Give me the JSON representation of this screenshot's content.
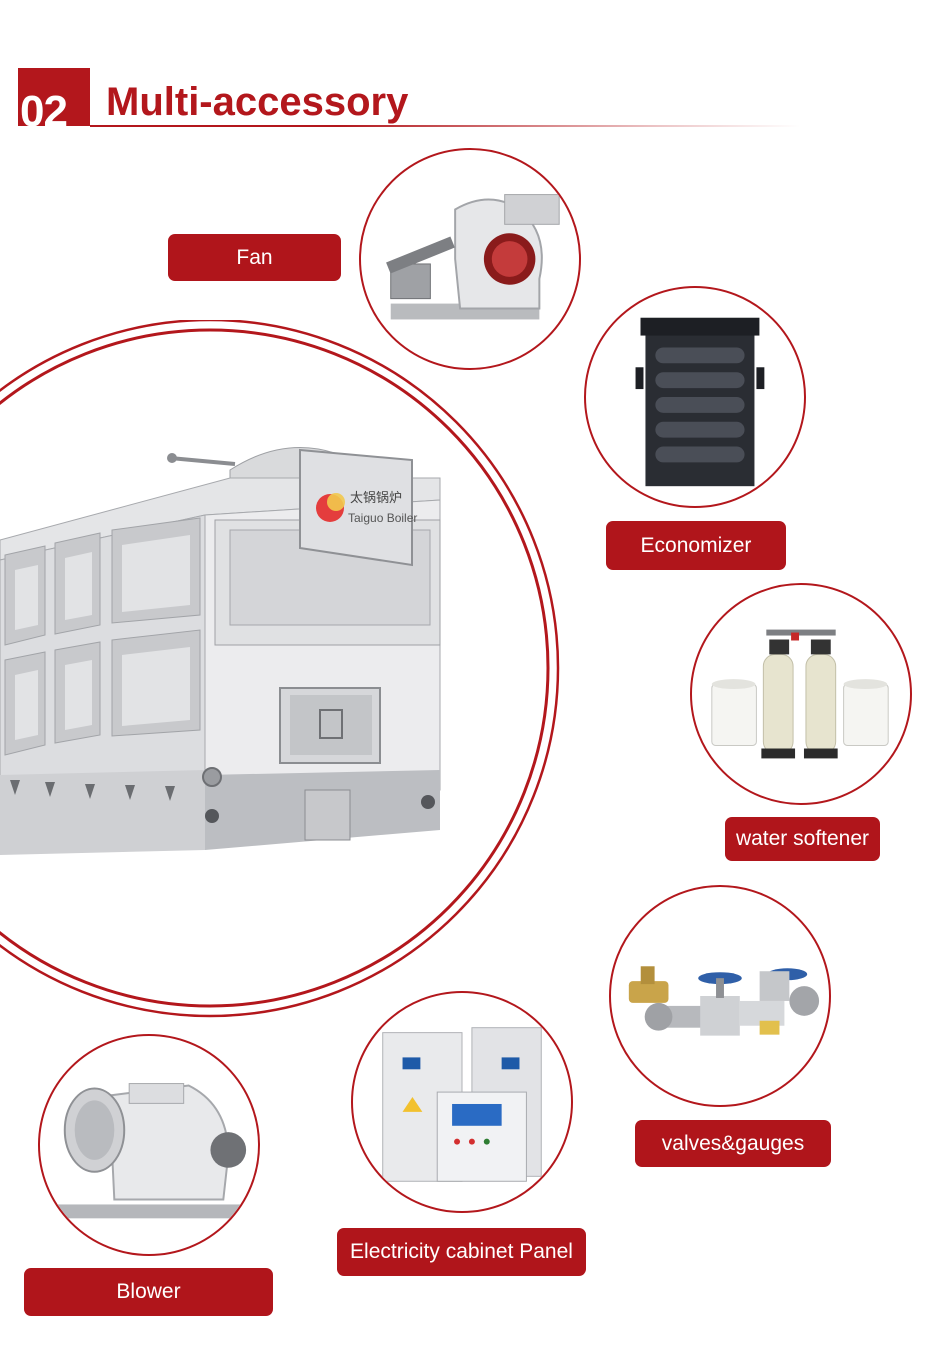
{
  "section": {
    "number": "02",
    "title": "Multi-accessory"
  },
  "accessories": {
    "fan": "Fan",
    "economizer": "Economizer",
    "water_softener": "water softener",
    "valves_gauges": "valves&gauges",
    "electricity_cabinet": "Electricity cabinet Panel",
    "blower": "Blower"
  },
  "boiler": {
    "brand_cn": "太锅锅炉",
    "brand_en": "Taiguo Boiler"
  },
  "colors": {
    "accent": "#b3171c",
    "label_bg": "#b0151b",
    "text_on_accent": "#ffffff"
  }
}
